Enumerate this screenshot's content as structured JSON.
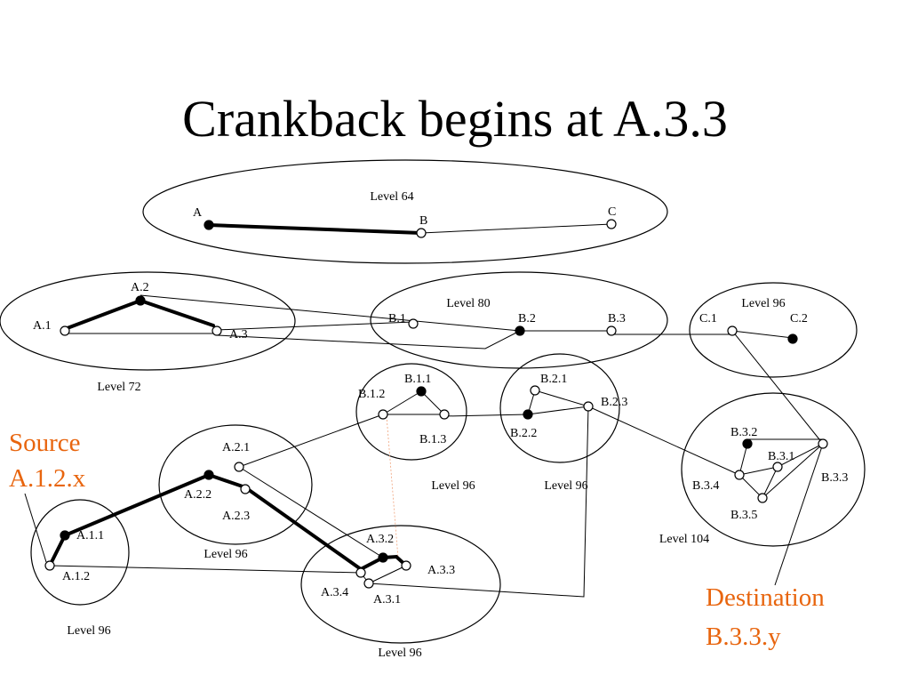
{
  "title": "Crankback begins at A.3.3",
  "annotations": {
    "source_line1": "Source",
    "source_line2": "A.1.2.x",
    "dest_line1": "Destination",
    "dest_line2": "B.3.3.y"
  },
  "groups": {
    "level64": "Level 64",
    "level72": "Level 72",
    "level80": "Level 80",
    "level96_c": "Level 96",
    "level96_b1": "Level 96",
    "level96_b2": "Level 96",
    "level104": "Level 104",
    "level96_a2": "Level 96",
    "level96_a1": "Level 96",
    "level96_a3": "Level 96"
  },
  "nodes": {
    "A": "A",
    "B": "B",
    "C": "C",
    "A2": "A.2",
    "A1": "A.1",
    "A3": "A.3",
    "B1": "B.1",
    "B2": "B.2",
    "B3": "B.3",
    "C1": "C.1",
    "C2": "C.2",
    "B11": "B.1.1",
    "B12": "B.1.2",
    "B13": "B.1.3",
    "B21": "B.2.1",
    "B23": "B.2.3",
    "B22": "B.2.2",
    "B32": "B.3.2",
    "B31": "B.3.1",
    "B33": "B.3.3",
    "B34": "B.3.4",
    "B35": "B.3.5",
    "A21": "A.2.1",
    "A22": "A.2.2",
    "A23": "A.2.3",
    "A11": "A.1.1",
    "A12": "A.1.2",
    "A32": "A.3.2",
    "A33": "A.3.3",
    "A34": "A.3.4",
    "A31": "A.3.1"
  }
}
